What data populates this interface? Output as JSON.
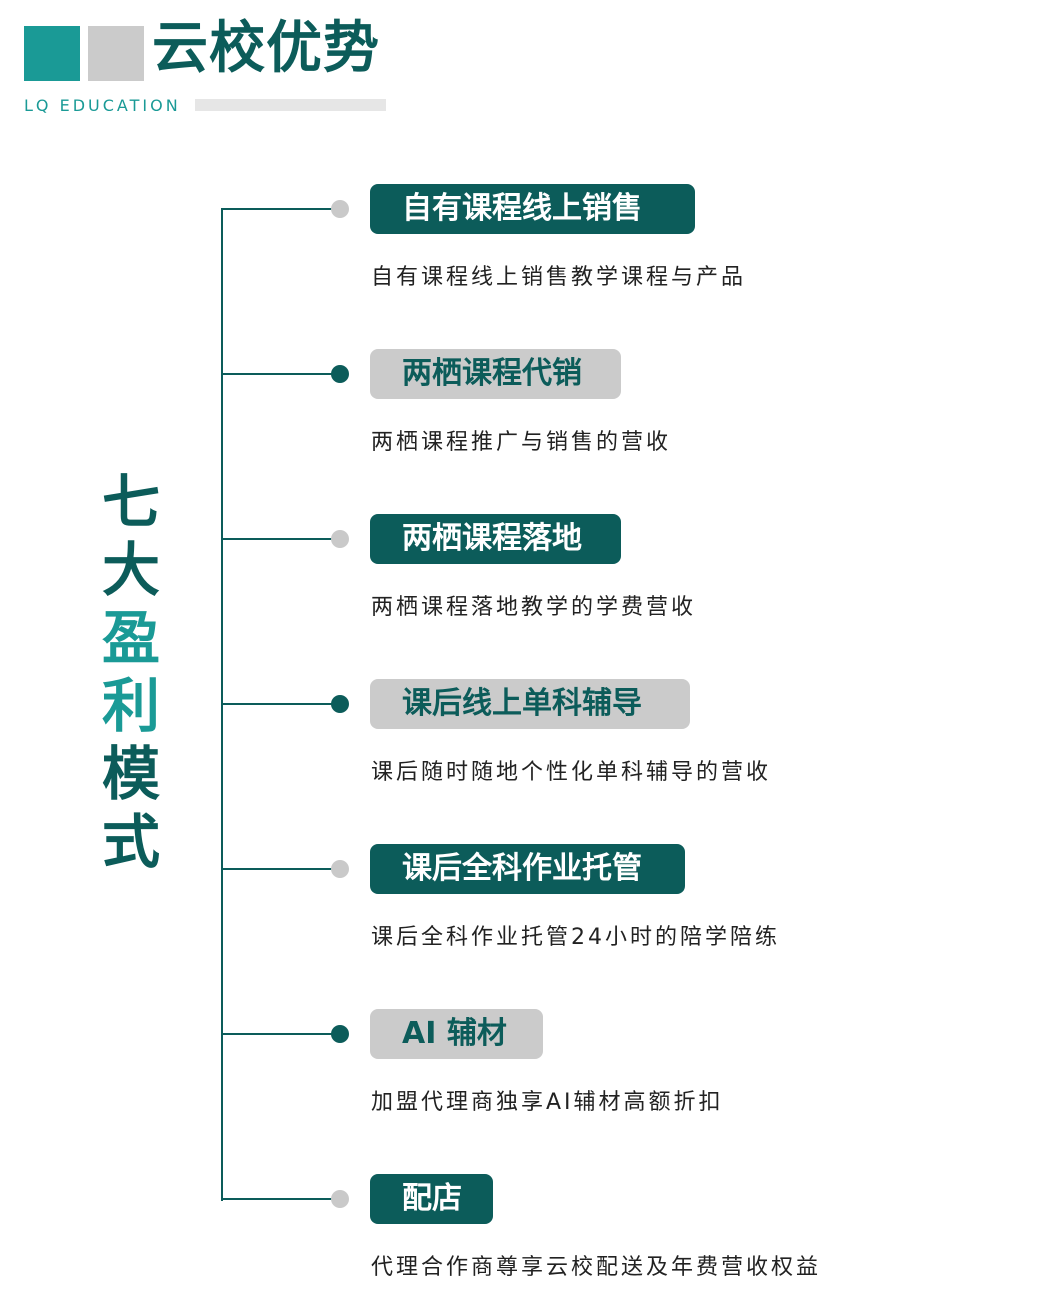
{
  "header": {
    "title": "云校优势",
    "subtitle": "LQ EDUCATION"
  },
  "side_title": [
    "七",
    "大",
    "盈",
    "利",
    "模",
    "式"
  ],
  "colors": {
    "dark_teal": "#0c5c5a",
    "light_teal": "#1a9a96",
    "gray": "#cbcbcb"
  },
  "items": [
    {
      "label": "自有课程线上销售",
      "desc": "自有课程线上销售教学课程与产品"
    },
    {
      "label": "两栖课程代销",
      "desc": "两栖课程推广与销售的营收"
    },
    {
      "label": "两栖课程落地",
      "desc": "两栖课程落地教学的学费营收"
    },
    {
      "label": "课后线上单科辅导",
      "desc": "课后随时随地个性化单科辅导的营收"
    },
    {
      "label": "课后全科作业托管",
      "desc": "课后全科作业托管24小时的陪学陪练"
    },
    {
      "label": "AI 辅材",
      "desc": "加盟代理商独享AI辅材高额折扣"
    },
    {
      "label": "配店",
      "desc": "代理合作商尊享云校配送及年费营收权益"
    }
  ]
}
